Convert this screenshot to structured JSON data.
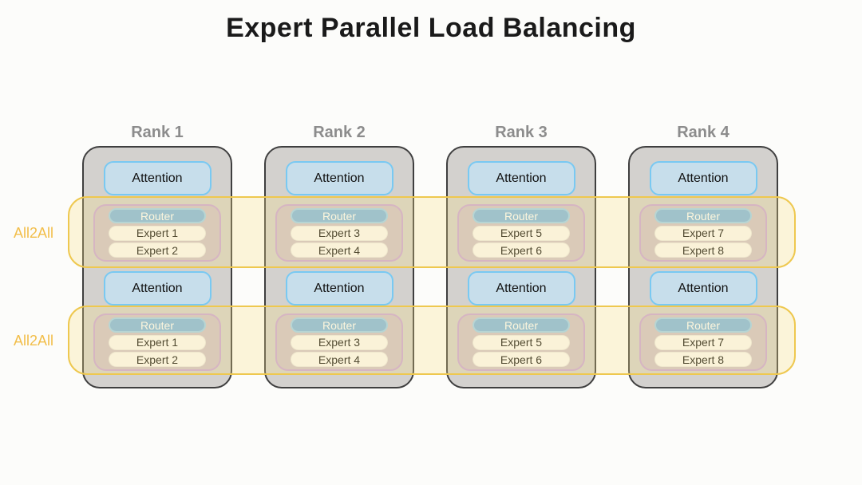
{
  "title": "Expert Parallel Load Balancing",
  "labels": {
    "attention": "Attention",
    "router": "Router",
    "all2all": "All2All"
  },
  "bands": [
    {
      "label": "All2All"
    },
    {
      "label": "All2All"
    }
  ],
  "ranks": [
    {
      "label": "Rank 1",
      "experts": [
        "Expert 1",
        "Expert 2"
      ]
    },
    {
      "label": "Rank 2",
      "experts": [
        "Expert 3",
        "Expert 4"
      ]
    },
    {
      "label": "Rank 3",
      "experts": [
        "Expert 5",
        "Expert 6"
      ]
    },
    {
      "label": "Rank 4",
      "experts": [
        "Expert 7",
        "Expert 8"
      ]
    }
  ],
  "colors": {
    "title_text": "#1a1a1a",
    "rank_label_text": "#8c8c8c",
    "rank_fill": "#d3d1ce",
    "rank_border": "#3f3f3f",
    "attention_fill": "#c7deeb",
    "attention_border": "#79c9f2",
    "expert_group_fill": "#cfc2cc",
    "expert_group_border": "#c9a6da",
    "router_fill": "#7fb8e5",
    "router_border": "#9fd2f2",
    "router_text": "#ffffff",
    "expert_fill": "#fbfaf8",
    "band_fill": "rgba(247,223,133,0.28)",
    "band_border": "#eec84f",
    "all2all_text": "#f2be4a"
  }
}
